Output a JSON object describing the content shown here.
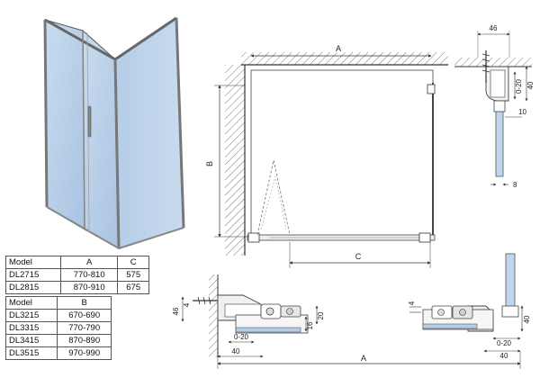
{
  "labels": {
    "plan_width": "A",
    "plan_depth": "B",
    "plan_door": "C",
    "side_width": "46",
    "side_height": "40",
    "side_adjust": "0-20",
    "side_10": "10",
    "side_8": "8",
    "bot_46": "46",
    "bot_4": "4",
    "bot_16": "16",
    "bot_20": "20",
    "bot_adjust": "0-20",
    "bot_40a": "40",
    "bot_A": "A",
    "right_4": "4",
    "right_40v": "40",
    "right_adjust": "0-20",
    "right_40h": "40"
  },
  "table1": {
    "headers": [
      "Model",
      "A",
      "C"
    ],
    "rows": [
      [
        "DL2715",
        "770-810",
        "575"
      ],
      [
        "DL2815",
        "870-910",
        "675"
      ]
    ]
  },
  "table2": {
    "headers": [
      "Model",
      "B"
    ],
    "rows": [
      [
        "DL3215",
        "670-690"
      ],
      [
        "DL3315",
        "770-790"
      ],
      [
        "DL3415",
        "870-890"
      ],
      [
        "DL3515",
        "970-990"
      ]
    ]
  }
}
